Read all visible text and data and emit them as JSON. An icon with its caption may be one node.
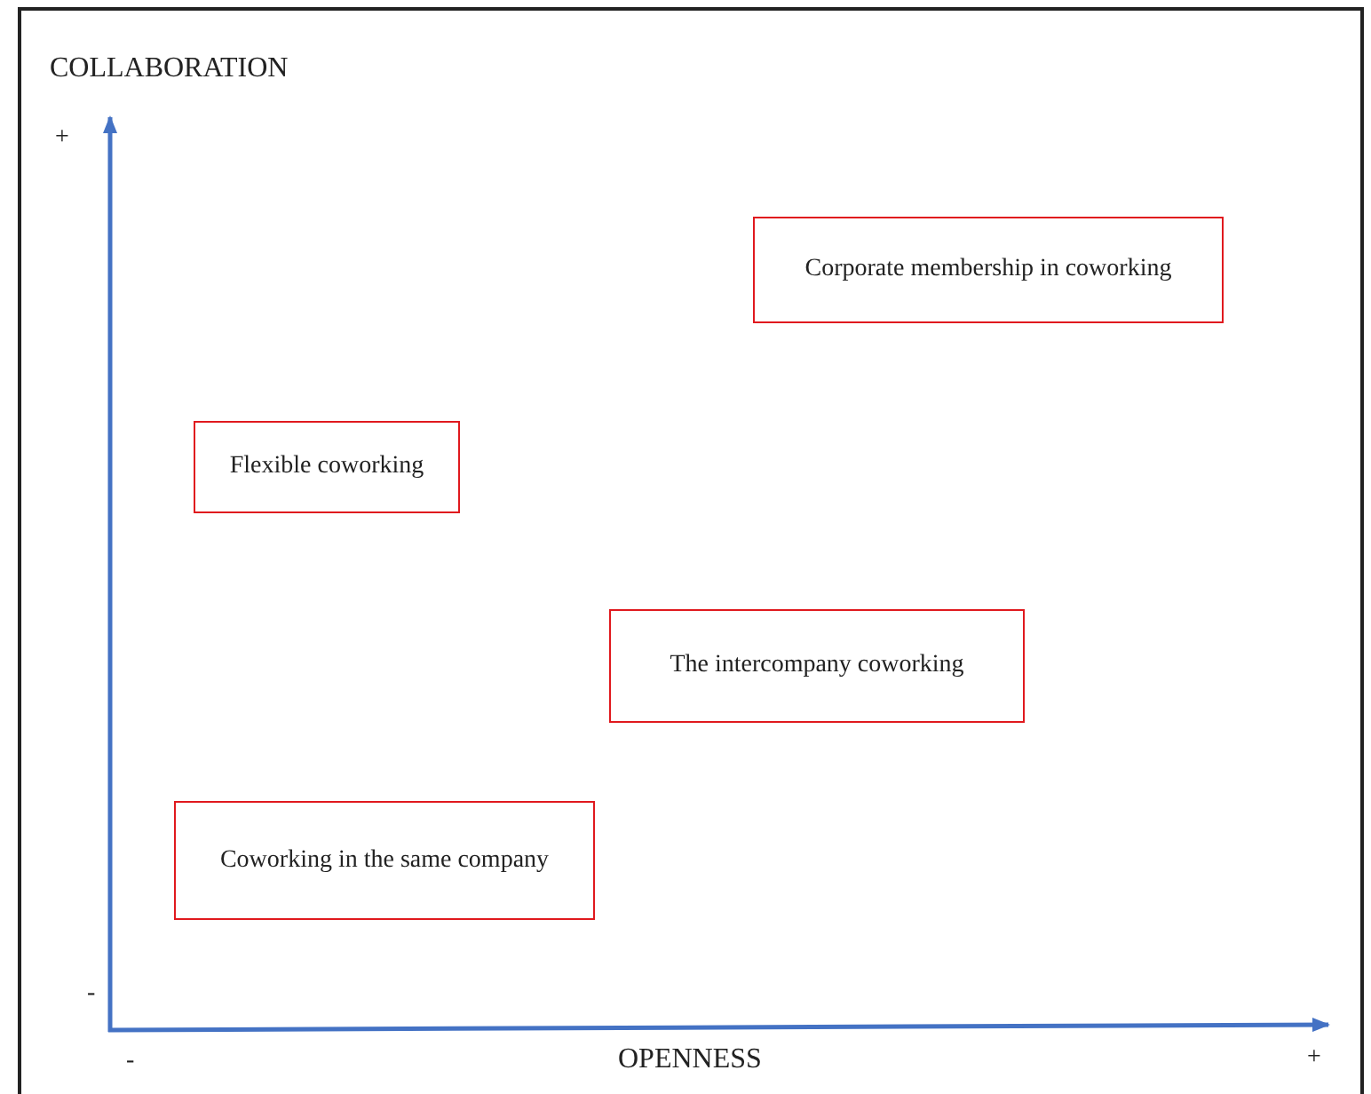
{
  "diagram": {
    "nodes": [
      {
        "text": [
          "Corporate membership in coworking"
        ]
      },
      {
        "text": [
          "Flexible coworking"
        ]
      },
      {
        "text": [
          "The intercompany coworking"
        ]
      },
      {
        "text": [
          "Coworking in the same company"
        ]
      }
    ],
    "labels": [
      "COLLABORATION",
      "+",
      "-",
      "-",
      "OPENNESS",
      "+"
    ]
  }
}
